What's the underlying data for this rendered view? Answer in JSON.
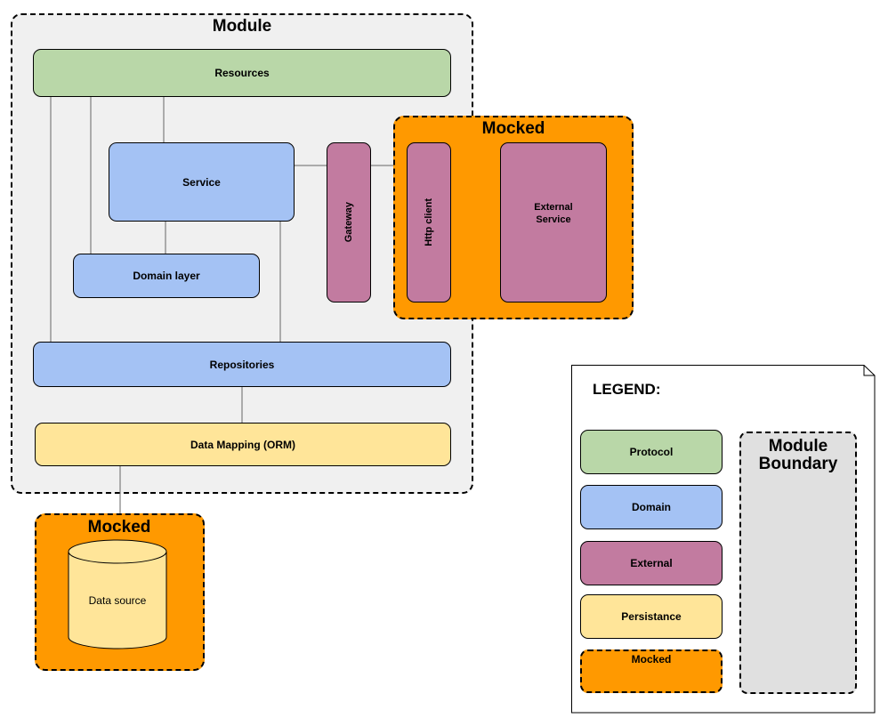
{
  "module": {
    "title": "Module"
  },
  "nodes": {
    "resources": "Resources",
    "service": "Service",
    "domain_layer": "Domain layer",
    "gateway": "Gateway",
    "repositories": "Repositories",
    "data_mapping": "Data Mapping (ORM)"
  },
  "mocked_external": {
    "title": "Mocked",
    "http_client": "Http client",
    "external_service_line1": "External",
    "external_service_line2": "Service"
  },
  "mocked_data": {
    "title": "Mocked",
    "data_source": "Data source"
  },
  "legend": {
    "title": "LEGEND:",
    "protocol": "Protocol",
    "domain": "Domain",
    "external": "External",
    "persistance": "Persistance",
    "mocked": "Mocked",
    "module_boundary_line1": "Module",
    "module_boundary_line2": "Boundary"
  },
  "colors": {
    "protocol": "#b9d7a8",
    "domain": "#a4c2f4",
    "external": "#c27ba0",
    "persistance": "#ffe599",
    "mocked": "#ff9900",
    "module_boundary": "#f0f0f0",
    "legend_boundary": "#e0e0e0"
  }
}
